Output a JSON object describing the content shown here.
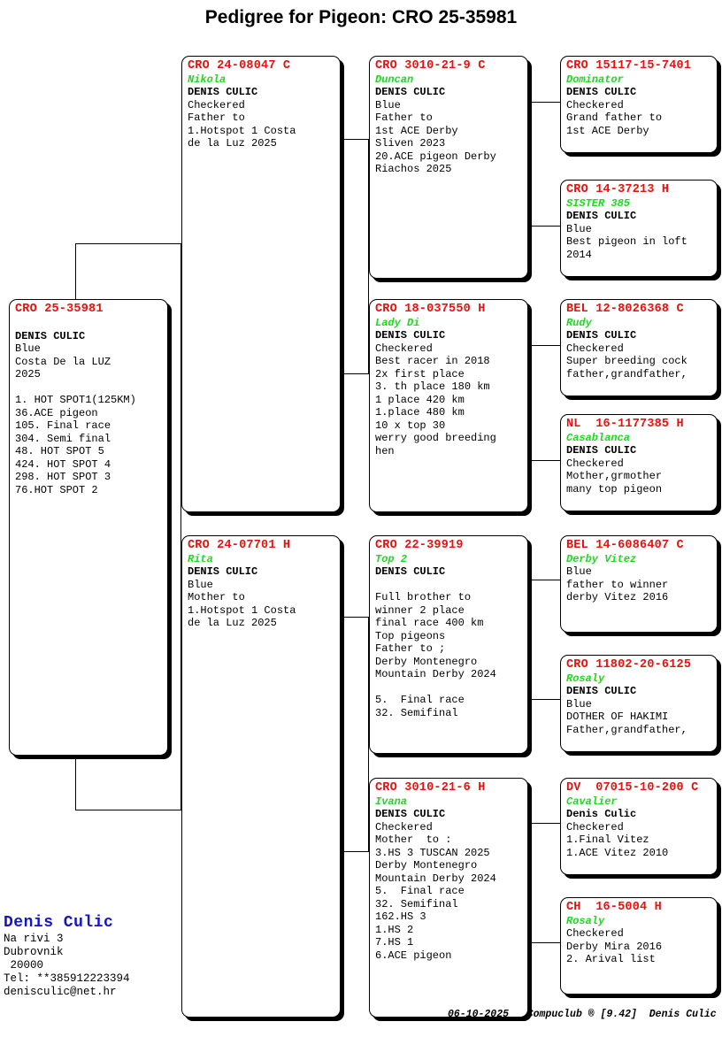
{
  "page": {
    "title": "Pedigree for Pigeon: CRO 25-35981",
    "colors": {
      "ring": "#e8110e",
      "nickname": "#21d821",
      "text": "#000000",
      "breeder_name": "#1414c8",
      "background": "#ffffff"
    }
  },
  "subject": {
    "ring": "CRO 25-35981",
    "nickname": "",
    "owner": "DENIS CULIC",
    "lines": [
      "Blue",
      "Costa De la LUZ",
      "2025",
      "",
      "1. HOT SPOT1(125KM)",
      "36.ACE pigeon",
      "105. Final race",
      "304. Semi final",
      "48. HOT SPOT 5",
      "424. HOT SPOT 4",
      "298. HOT SPOT 3",
      "76.HOT SPOT 2"
    ]
  },
  "generation1": [
    {
      "position": "father",
      "ring": "CRO 24-08047 C",
      "nickname": "Nikola",
      "owner": "DENIS CULIC",
      "lines": [
        "Checkered",
        "Father to",
        "1.Hotspot 1 Costa",
        "de la Luz 2025"
      ]
    },
    {
      "position": "mother",
      "ring": "CRO 24-07701 H",
      "nickname": "Rita",
      "owner": "DENIS CULIC",
      "lines": [
        "Blue",
        "Mother to",
        "1.Hotspot 1 Costa",
        "de la Luz 2025"
      ]
    }
  ],
  "generation2": [
    {
      "position": "father-father",
      "ring": "CRO 3010-21-9 C",
      "nickname": "Duncan",
      "owner": "DENIS CULIC",
      "lines": [
        "Blue",
        "Father to",
        "1st ACE Derby",
        "Sliven 2023",
        "20.ACE pigeon Derby",
        "Riachos 2025"
      ]
    },
    {
      "position": "father-mother",
      "ring": "CRO 18-037550 H",
      "nickname": "Lady Di",
      "owner": "DENIS CULIC",
      "lines": [
        "Checkered",
        "Best racer in 2018",
        "2x first place",
        "3. th place 180 km",
        "1 place 420 km",
        "1.place 480 km",
        "10 x top 30",
        "werry good breeding",
        "hen"
      ]
    },
    {
      "position": "mother-father",
      "ring": "CRO 22-39919",
      "nickname": "Top 2",
      "owner": "DENIS CULIC",
      "lines": [
        "",
        "Full brother to",
        "winner 2 place",
        "final race 400 km",
        "Top pigeons",
        "Father to ;",
        "Derby Montenegro",
        "Mountain Derby 2024",
        "",
        "5.  Final race",
        "32. Semifinal"
      ]
    },
    {
      "position": "mother-mother",
      "ring": "CRO 3010-21-6 H",
      "nickname": "Ivana",
      "owner": "DENIS CULIC",
      "lines": [
        "Checkered",
        "Mother  to :",
        "3.HS 3 TUSCAN 2025",
        "Derby Montenegro",
        "Mountain Derby 2024",
        "5.  Final race",
        "32. Semifinal",
        "162.HS 3",
        "1.HS 2",
        "7.HS 1",
        "6.ACE pigeon"
      ]
    }
  ],
  "generation3": [
    {
      "position": "ff-father",
      "ring": "CRO 15117-15-7401",
      "nickname": "Dominator",
      "owner": "DENIS CULIC",
      "lines": [
        "Checkered",
        "Grand father to",
        "1st ACE Derby"
      ]
    },
    {
      "position": "ff-mother",
      "ring": "CRO 14-37213 H",
      "nickname": "SISTER 385",
      "owner": "DENIS CULIC",
      "lines": [
        "Blue",
        "Best pigeon in loft",
        "2014"
      ]
    },
    {
      "position": "fm-father",
      "ring": "BEL 12-8026368 C",
      "nickname": "Rudy",
      "owner": "DENIS CULIC",
      "lines": [
        "Checkered",
        "Super breeding cock",
        "father,grandfather,"
      ]
    },
    {
      "position": "fm-mother",
      "ring": "NL  16-1177385 H",
      "nickname": "Casablanca",
      "owner": "DENIS CULIC",
      "lines": [
        "Checkered",
        "Mother,grmother",
        "many top pigeon"
      ]
    },
    {
      "position": "mf-father",
      "ring": "BEL 14-6086407 C",
      "nickname": "Derby Vitez",
      "owner": "",
      "lines": [
        "Blue",
        "father to winner",
        "derby Vitez 2016"
      ]
    },
    {
      "position": "mf-mother",
      "ring": "CRO 11802-20-6125",
      "nickname": "Rosaly",
      "owner": "DENIS CULIC",
      "lines": [
        "Blue",
        "DOTHER OF HAKIMI",
        "Father,grandfather,"
      ]
    },
    {
      "position": "mm-father",
      "ring": "DV  07015-10-200 C",
      "nickname": "Cavalier",
      "owner": "Denis Culic",
      "lines": [
        "Checkered",
        "1.Final Vitez",
        "1.ACE Vitez 2010"
      ]
    },
    {
      "position": "mm-mother",
      "ring": "CH  16-5004 H",
      "nickname": "Rosaly",
      "owner": "",
      "lines": [
        "Checkered",
        "Derby Mira 2016",
        "2. Arival list"
      ]
    }
  ],
  "breeder": {
    "name": "Denis Culic",
    "address_lines": [
      "Na rivi 3",
      "Dubrovnik",
      " 20000",
      "Tel: **385912223394",
      "denisculic@net.hr"
    ]
  },
  "footer": {
    "date": "06-10-2025",
    "software": "Compuclub ® [9.42]",
    "user": "Denis Culic"
  }
}
